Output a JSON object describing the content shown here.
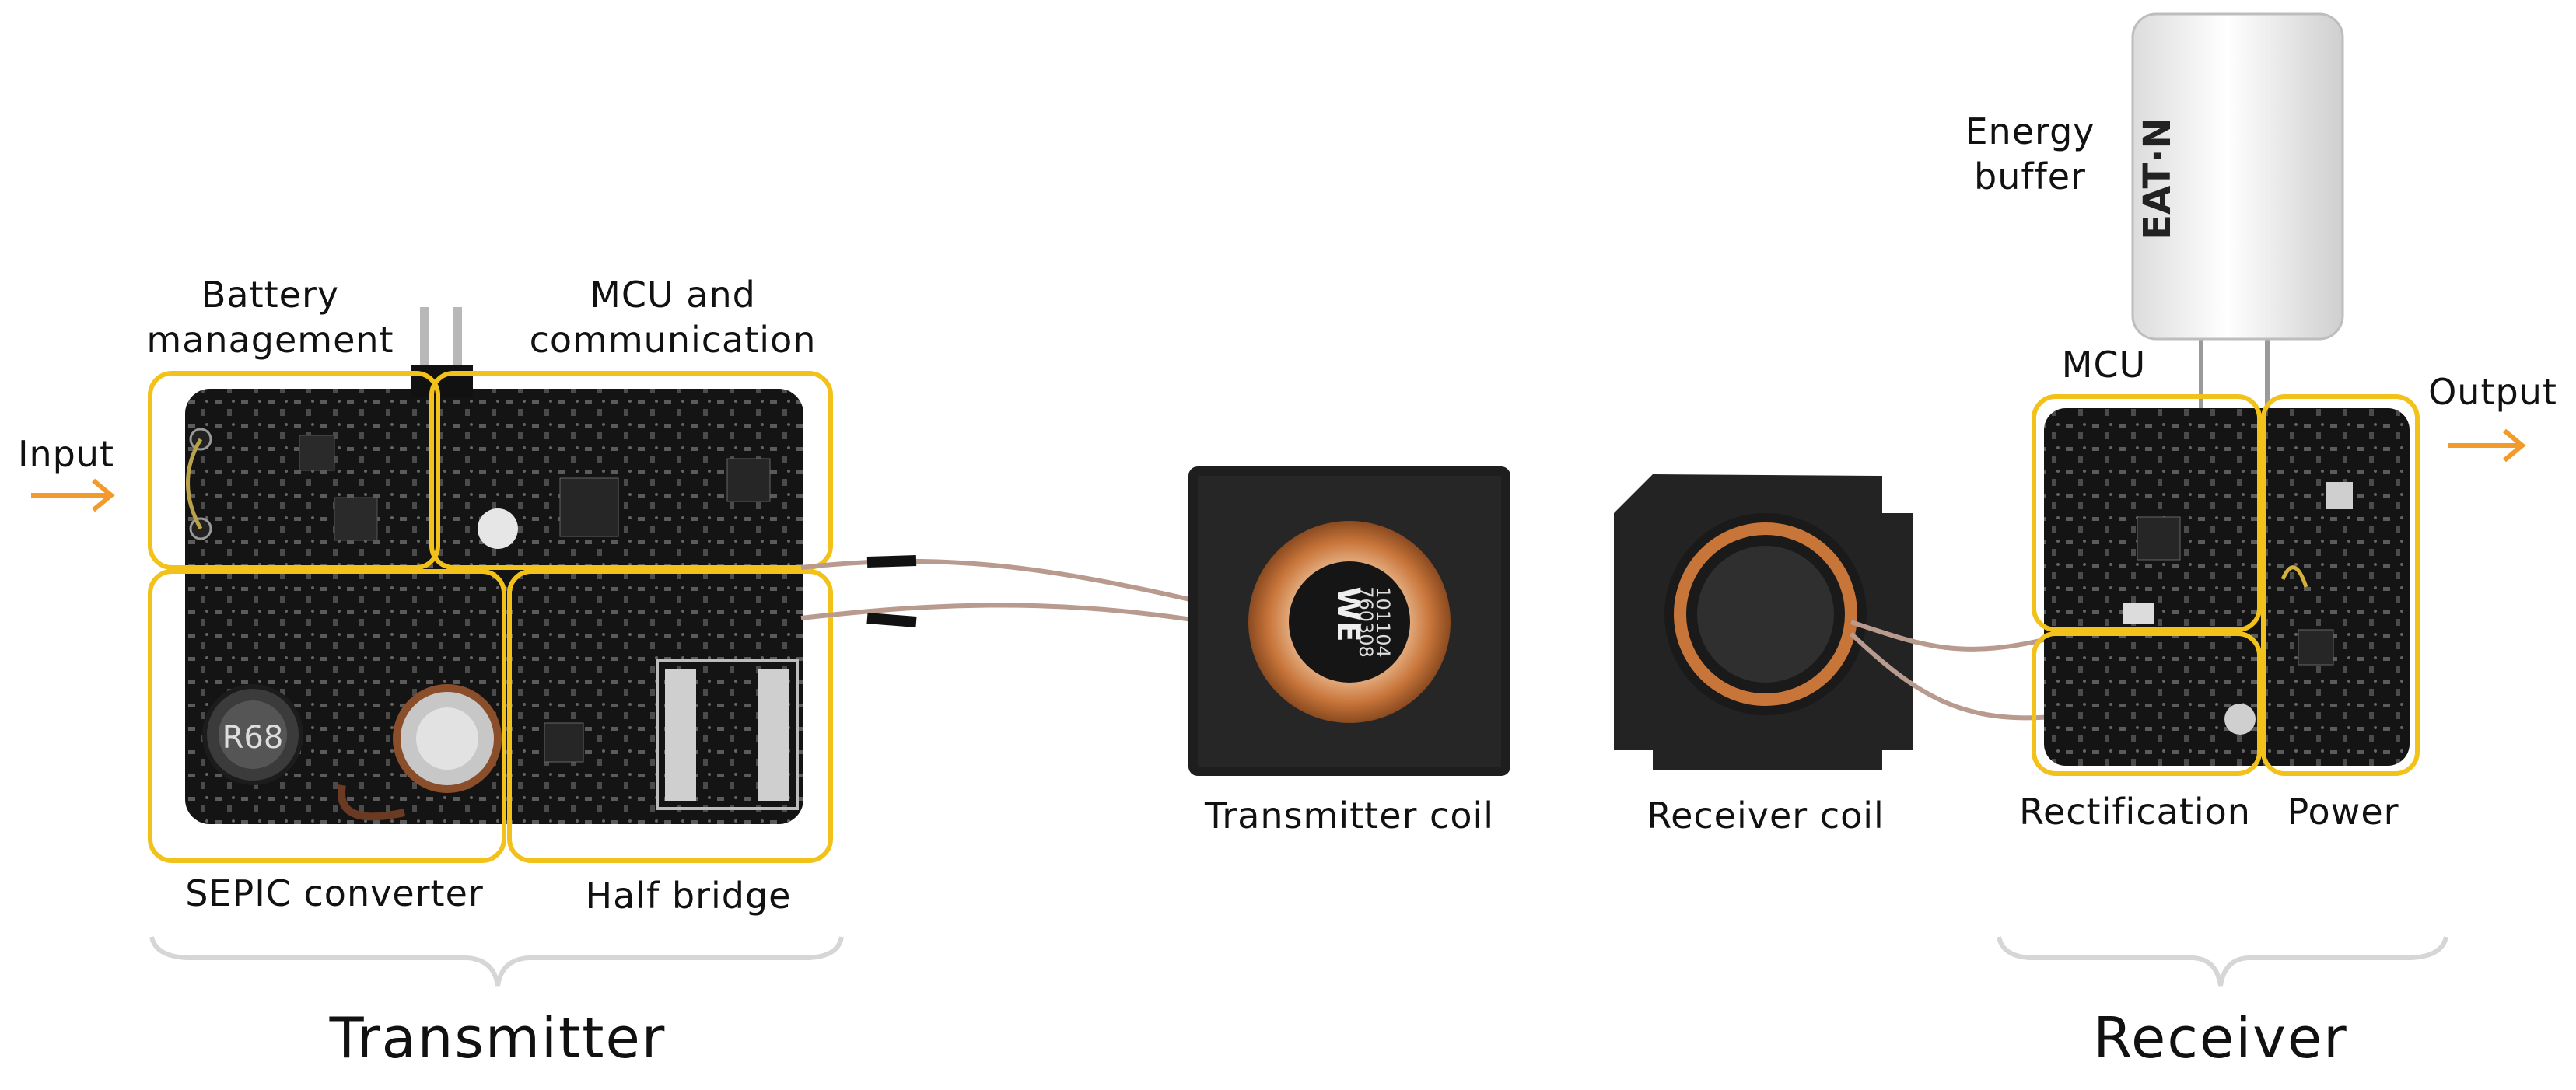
{
  "labels": {
    "input": "Input",
    "output": "Output",
    "battery_line1": "Battery",
    "battery_line2": "management",
    "mcu_comm_line1": "MCU and",
    "mcu_comm_line2": "communication",
    "sepic": "SEPIC converter",
    "half_bridge": "Half bridge",
    "transmitter_coil": "Transmitter coil",
    "receiver_coil": "Receiver coil",
    "energy_line1": "Energy",
    "energy_line2": "buffer",
    "mcu": "MCU",
    "rectification": "Rectification",
    "power": "Power",
    "transmitter": "Transmitter",
    "receiver": "Receiver"
  },
  "component_markings": {
    "inductor": "R68",
    "coil_brand": "WE",
    "coil_part": "760308",
    "coil_code": "101104",
    "capacitor_brand": "EAT·N"
  },
  "colors": {
    "highlight_box": "#F2C21A",
    "arrow": "#F39A2C",
    "brace": "#D6D6D6",
    "pcb": "#141414",
    "copper": "#C8753A"
  }
}
